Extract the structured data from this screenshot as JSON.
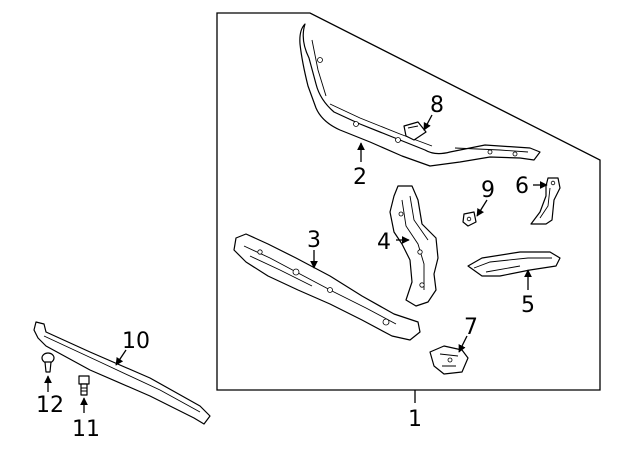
{
  "diagram": {
    "callouts": {
      "p1": "1",
      "p2": "2",
      "p3": "3",
      "p4": "4",
      "p5": "5",
      "p6": "6",
      "p7": "7",
      "p8": "8",
      "p9": "9",
      "p10": "10",
      "p11": "11",
      "p12": "12"
    },
    "colors": {
      "line": "#000000",
      "background": "#ffffff"
    }
  }
}
